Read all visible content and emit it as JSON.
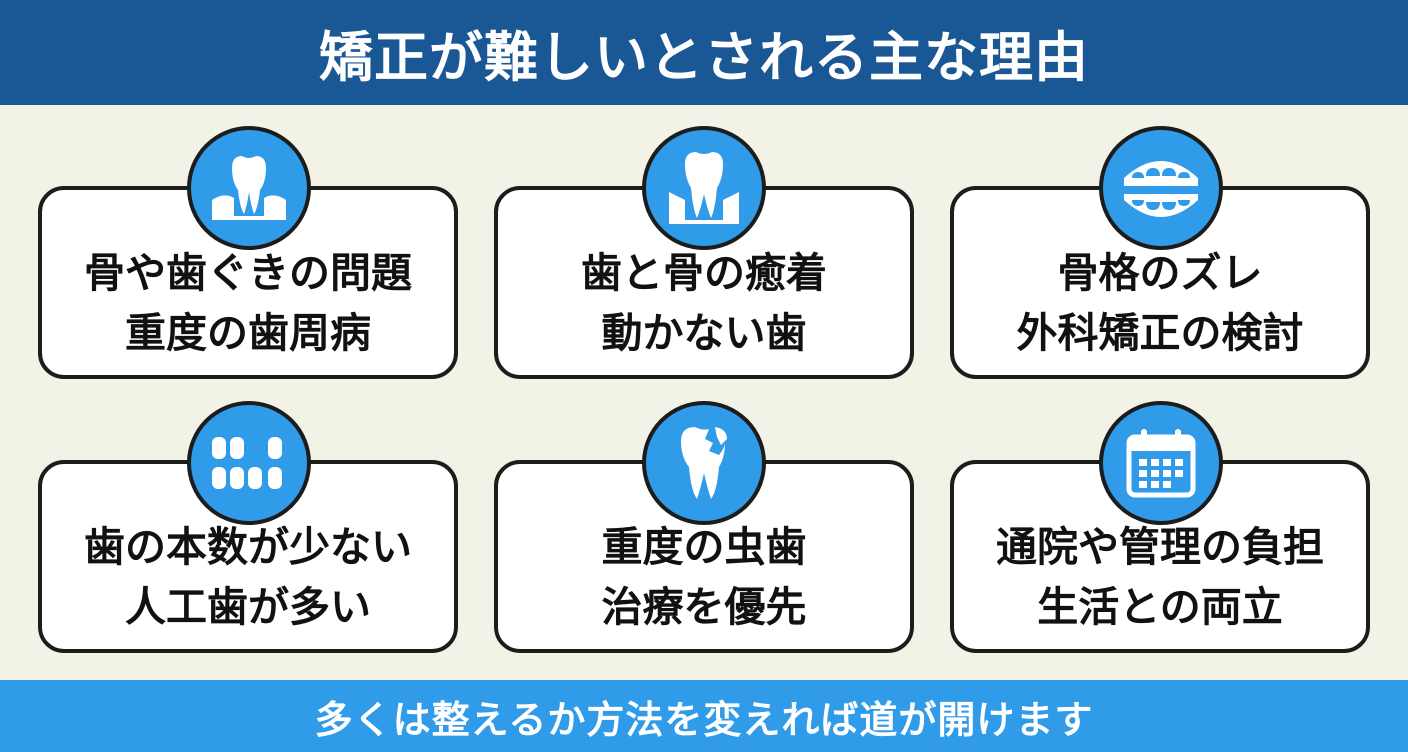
{
  "header": {
    "title": "矯正が難しいとされる主な理由"
  },
  "cards": [
    {
      "icon": "gum-recession-tooth-icon",
      "line1": "骨や歯ぐきの問題",
      "line2": "重度の歯周病"
    },
    {
      "icon": "tooth-in-bone-icon",
      "line1": "歯と骨の癒着",
      "line2": "動かない歯"
    },
    {
      "icon": "denture-icon",
      "line1": "骨格のズレ",
      "line2": "外科矯正の検討"
    },
    {
      "icon": "missing-teeth-icon",
      "line1": "歯の本数が少ない",
      "line2": "人工歯が多い"
    },
    {
      "icon": "broken-tooth-icon",
      "line1": "重度の虫歯",
      "line2": "治療を優先"
    },
    {
      "icon": "calendar-icon",
      "line1": "通院や管理の負担",
      "line2": "生活との両立"
    }
  ],
  "footer": {
    "message": "多くは整えるか方法を変えれば道が開けます"
  },
  "colors": {
    "header_bg": "#1a5795",
    "accent": "#2f9be9",
    "background": "#f3f2e6",
    "border": "#1c1c1c"
  }
}
